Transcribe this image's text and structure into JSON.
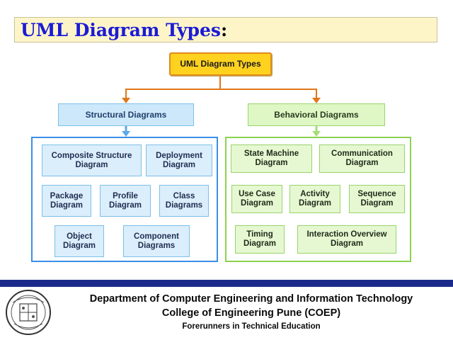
{
  "title": {
    "main": "UML Diagram Types",
    "colon": ":"
  },
  "root": "UML Diagram Types",
  "structural": {
    "label": "Structural Diagrams",
    "items": [
      "Composite Structure Diagram",
      "Deployment Diagram",
      "Package Diagram",
      "Profile Diagram",
      "Class Diagrams",
      "Object Diagram",
      "Component Diagrams"
    ]
  },
  "behavioral": {
    "label": "Behavioral Diagrams",
    "items": [
      "State Machine Diagram",
      "Communication Diagram",
      "Use Case Diagram",
      "Activity Diagram",
      "Sequence Diagram",
      "Timing Diagram",
      "Interaction Overview Diagram"
    ]
  },
  "footer": {
    "line1": "Department of Computer Engineering and Information Technology",
    "line2": "College of Engineering Pune (COEP)",
    "line3": "Forerunners in Technical Education"
  },
  "colors": {
    "title": "#1b1bd6",
    "root_fill": "#ffd21f",
    "root_border": "#e08a1a",
    "structural_border": "#3a8fe6",
    "behavioral_border": "#8cd24f",
    "footer_bar": "#1b2a8a"
  },
  "icons": {
    "logo": "coep-emblem-icon"
  }
}
